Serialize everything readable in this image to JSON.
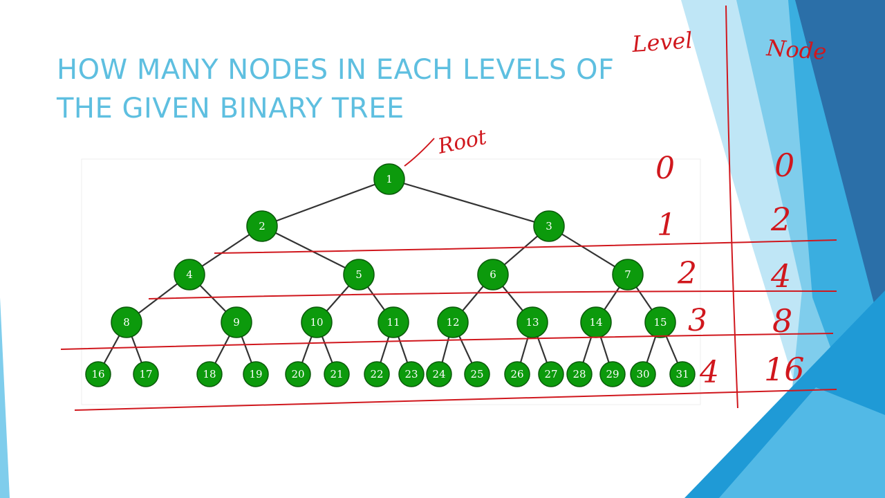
{
  "slide": {
    "title_line1": "HOW MANY NODES IN EACH LEVELS OF",
    "title_line2": "THE GIVEN BINARY TREE"
  },
  "annotations": {
    "root_label": "Root",
    "level_header": "Level",
    "node_header": "Node",
    "levels": [
      "0",
      "1",
      "2",
      "3",
      "4"
    ],
    "node_counts": [
      "0",
      "2",
      "4",
      "8",
      "16"
    ]
  },
  "tree": {
    "levels": [
      [
        "1"
      ],
      [
        "2",
        "3"
      ],
      [
        "4",
        "5",
        "6",
        "7"
      ],
      [
        "8",
        "9",
        "10",
        "11",
        "12",
        "13",
        "14",
        "15"
      ],
      [
        "16",
        "17",
        "18",
        "19",
        "20",
        "21",
        "22",
        "23",
        "24",
        "25",
        "26",
        "27",
        "28",
        "29",
        "30",
        "31"
      ]
    ]
  },
  "colors": {
    "title": "#5ebfe0",
    "node_fill": "#0c9a0c",
    "node_stroke": "#0a5a0a",
    "edge": "#333333",
    "annotation": "#d0171d",
    "accent_light": "#9bd8f0",
    "accent_mid": "#3aaee0",
    "accent_dark": "#2b6fa8"
  }
}
